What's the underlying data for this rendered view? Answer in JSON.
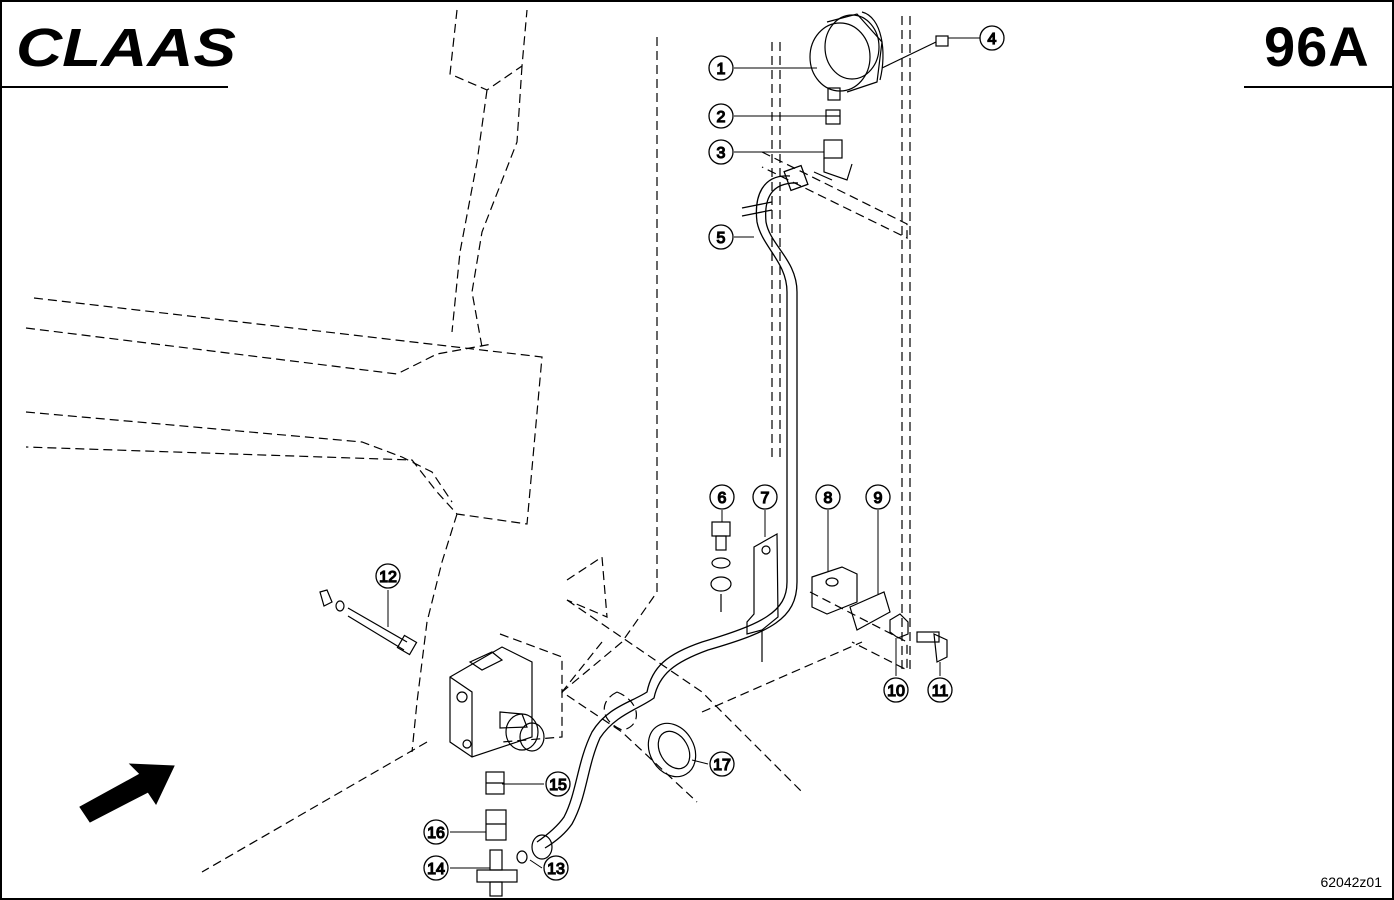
{
  "header": {
    "brand": "CLAAS",
    "sheet_number": "96A"
  },
  "footer": {
    "drawing_number": "62042z01"
  },
  "callouts": [
    {
      "id": "1",
      "label": "1"
    },
    {
      "id": "2",
      "label": "2"
    },
    {
      "id": "3",
      "label": "3"
    },
    {
      "id": "4",
      "label": "4"
    },
    {
      "id": "5",
      "label": "5"
    },
    {
      "id": "6",
      "label": "6"
    },
    {
      "id": "7",
      "label": "7"
    },
    {
      "id": "8",
      "label": "8"
    },
    {
      "id": "9",
      "label": "9"
    },
    {
      "id": "10",
      "label": "10"
    },
    {
      "id": "11",
      "label": "11"
    },
    {
      "id": "12",
      "label": "12"
    },
    {
      "id": "13",
      "label": "13"
    },
    {
      "id": "14",
      "label": "14"
    },
    {
      "id": "15",
      "label": "15"
    },
    {
      "id": "16",
      "label": "16"
    },
    {
      "id": "17",
      "label": "17"
    }
  ],
  "colors": {
    "ink": "#000000",
    "paper": "#ffffff"
  }
}
